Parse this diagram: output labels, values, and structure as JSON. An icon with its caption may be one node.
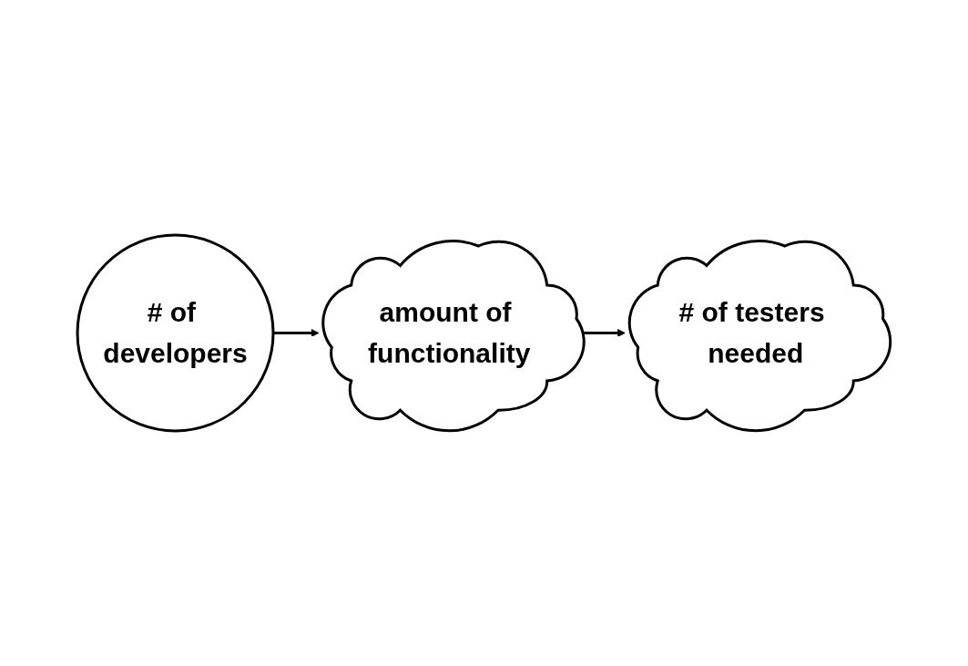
{
  "diagram": {
    "nodes": [
      {
        "text": [
          "# of developers"
        ]
      },
      {
        "text": [
          "amount of functionality"
        ]
      },
      {
        "text": [
          "# of testers needed"
        ]
      }
    ],
    "edges": [
      {
        "from": 0,
        "to": 1,
        "arrow": "to"
      },
      {
        "from": 1,
        "to": 2,
        "arrow": "to"
      }
    ]
  }
}
